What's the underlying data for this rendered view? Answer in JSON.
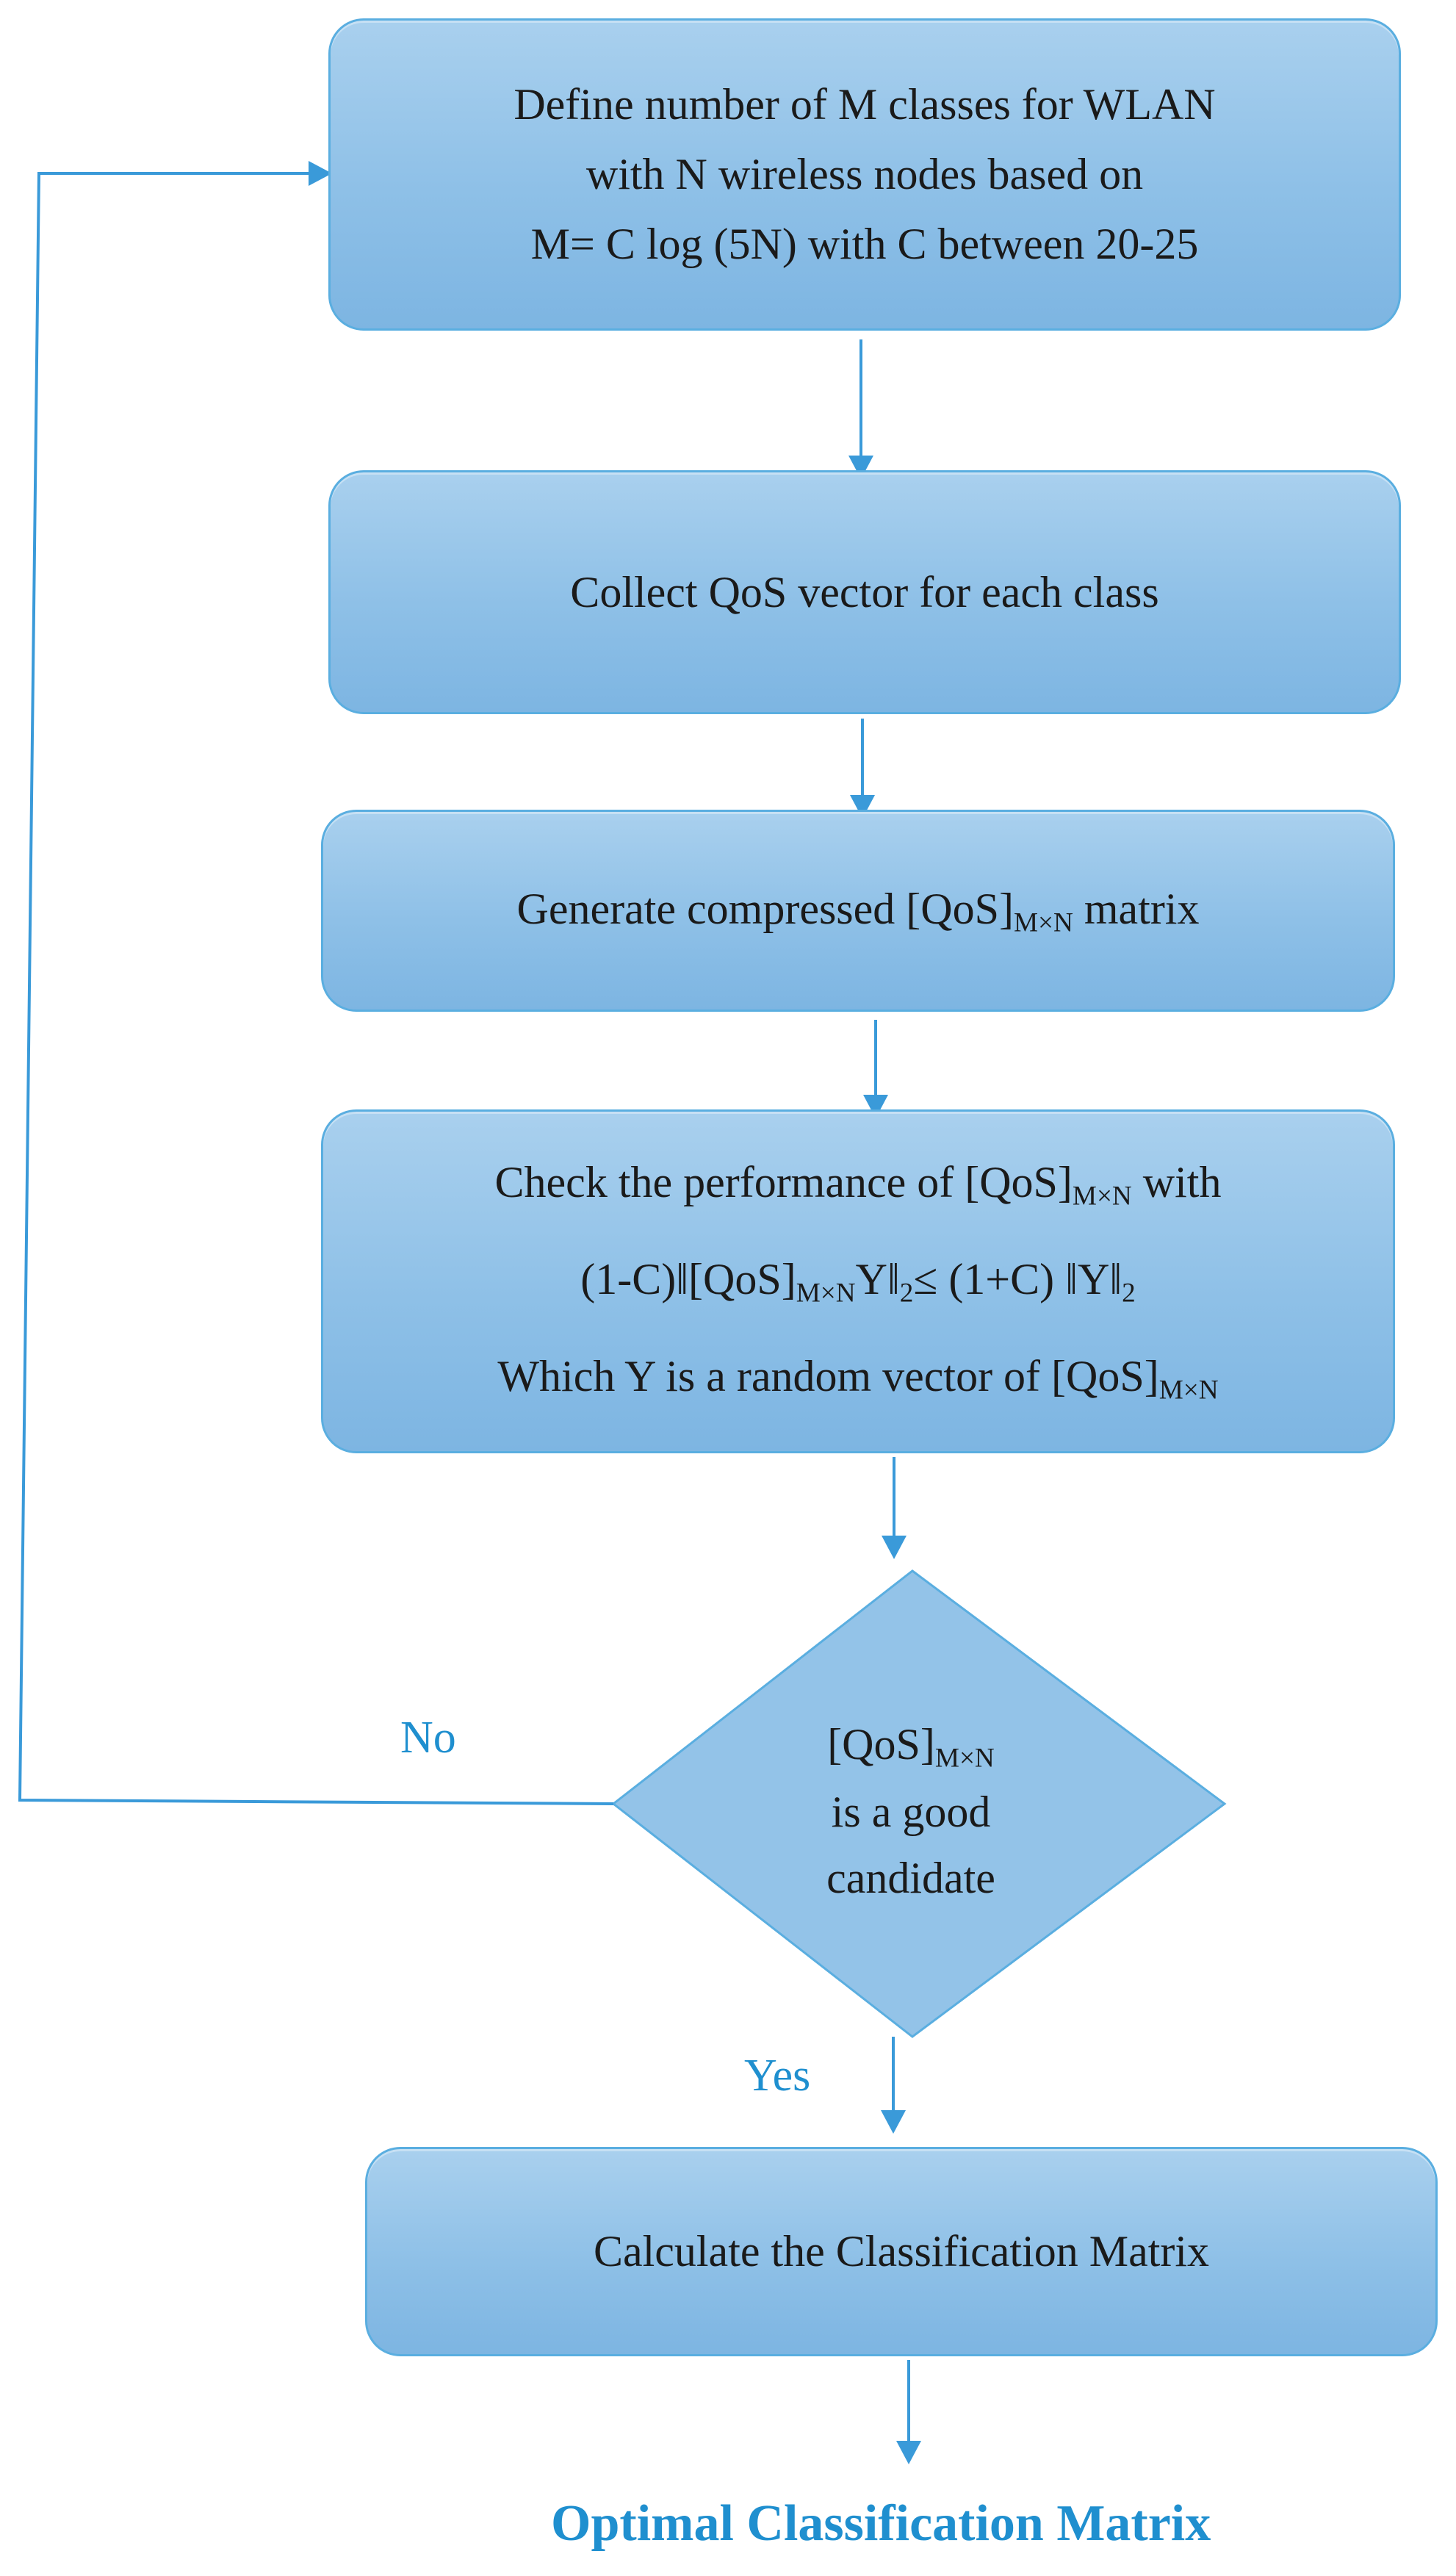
{
  "box_define": {
    "line1": "Define number of M classes for WLAN",
    "line2": "with N wireless nodes based on",
    "line3": "M= C log (5N) with C between 20-25"
  },
  "box_collect": {
    "text": "Collect QoS vector for each class"
  },
  "box_generate": {
    "prefix": "Generate compressed [QoS]",
    "subscript": "M×N",
    "suffix": " matrix"
  },
  "box_check": {
    "line1_prefix": "Check the performance of [QoS]",
    "line1_sub": "M×N",
    "line1_suffix": " with",
    "line2_prefix": "(1-C)‖[QoS]",
    "line2_sub1": "M×N",
    "line2_mid": "Y‖",
    "line2_sub2": "2",
    "line2_mid2": "≤ (1+C) ‖Y‖",
    "line2_sub3": "2",
    "line3_prefix": "Which Y is a random vector of [QoS]",
    "line3_sub": "M×N"
  },
  "decision": {
    "line1_prefix": "[QoS]",
    "line1_sub": "M×N",
    "line2": "is a good",
    "line3": "candidate",
    "no_label": "No",
    "yes_label": "Yes"
  },
  "box_calculate": {
    "text": "Calculate the Classification Matrix"
  },
  "output": {
    "text": "Optimal Classification Matrix"
  },
  "colors": {
    "box_fill": "#8ec0e7",
    "box_border": "#5aaee0",
    "connector": "#3a9ad9",
    "label_text": "#1f8fcf"
  }
}
